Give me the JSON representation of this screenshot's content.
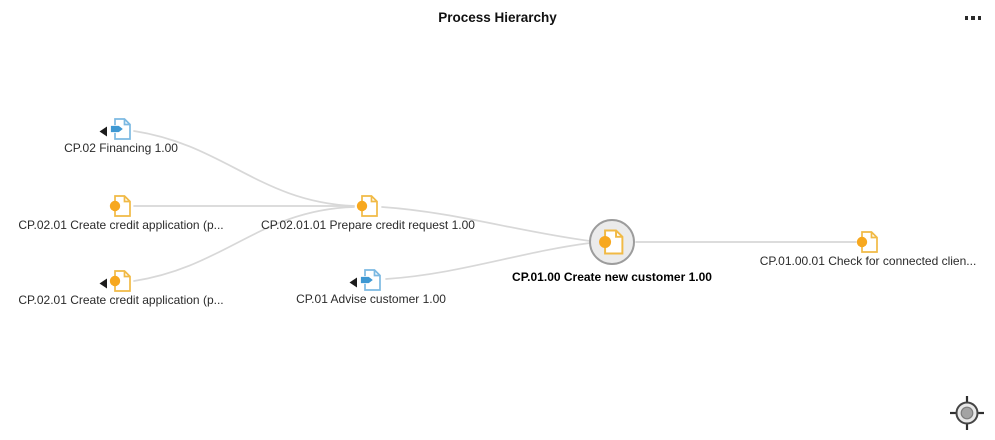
{
  "header": {
    "title": "Process Hierarchy",
    "menu_icon": "ellipsis-menu"
  },
  "canvas": {
    "nodes": [
      {
        "id": "financing",
        "label": "CP.02 Financing 1.00",
        "icon": "interface-document-arrow",
        "collapse_arrow_left": true,
        "selected": false
      },
      {
        "id": "create-credit-application-1",
        "label": "CP.02.01 Create credit application (p...",
        "icon": "process-document-circle",
        "collapse_arrow_left": false,
        "selected": false
      },
      {
        "id": "create-credit-application-2",
        "label": "CP.02.01 Create credit application (p...",
        "icon": "process-document-circle",
        "collapse_arrow_left": true,
        "selected": false
      },
      {
        "id": "prepare-credit-request",
        "label": "CP.02.01.01 Prepare credit request 1.00",
        "icon": "process-document-circle",
        "collapse_arrow_left": false,
        "selected": false
      },
      {
        "id": "advise-customer",
        "label": "CP.01 Advise customer 1.00",
        "icon": "interface-document-arrow",
        "collapse_arrow_left": true,
        "selected": false
      },
      {
        "id": "create-new-customer",
        "label": "CP.01.00 Create new customer 1.00",
        "icon": "process-document-circle",
        "collapse_arrow_left": false,
        "selected": true
      },
      {
        "id": "check-connected-clients",
        "label": "CP.01.00.01 Check for connected clien...",
        "icon": "process-document-circle",
        "collapse_arrow_left": false,
        "selected": false
      }
    ],
    "edges": [
      {
        "from": "financing",
        "to": "prepare-credit-request"
      },
      {
        "from": "create-credit-application-1",
        "to": "prepare-credit-request"
      },
      {
        "from": "create-credit-application-2",
        "to": "prepare-credit-request"
      },
      {
        "from": "prepare-credit-request",
        "to": "create-new-customer"
      },
      {
        "from": "advise-customer",
        "to": "create-new-customer"
      },
      {
        "from": "create-new-customer",
        "to": "check-connected-clients"
      }
    ]
  },
  "controls": {
    "recenter_icon": "crosshair-target"
  },
  "colors": {
    "edge": "#d8d8d8",
    "interface_icon_blue": "#3e98d3",
    "interface_icon_outline": "#7cb9e2",
    "process_icon_outline": "#f1ba45",
    "process_icon_circle": "#f7a81f",
    "selected_hub_fill": "#ebebeb",
    "selected_hub_border": "#9c9c9c",
    "label_text": "#2b2b2b"
  }
}
